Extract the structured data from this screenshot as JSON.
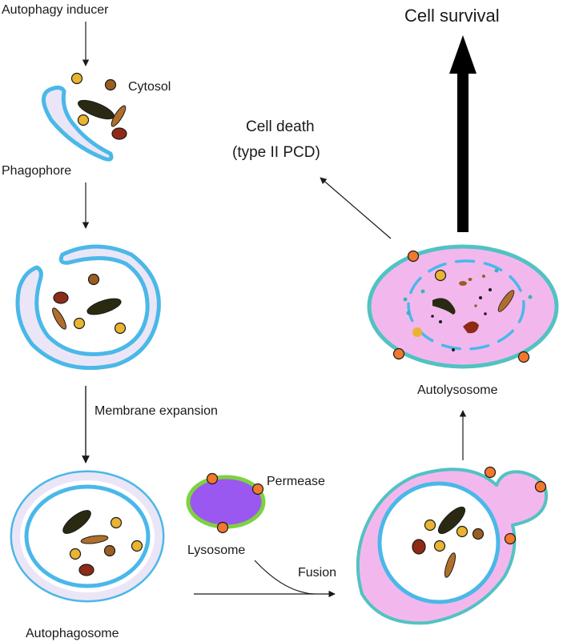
{
  "labels": {
    "autophagy_inducer": "Autophagy inducer",
    "cytosol": "Cytosol",
    "phagophore": "Phagophore",
    "membrane_expansion": "Membrane expansion",
    "autophagosome": "Autophagosome",
    "permease": "Permease",
    "lysosome": "Lysosome",
    "fusion": "Fusion",
    "autolysosome": "Autolysosome",
    "cell_death_line1": "Cell death",
    "cell_death_line2": "(type II PCD)",
    "cell_survival": "Cell survival"
  },
  "colors": {
    "membrane_blue": "#4ab8e8",
    "lumen_lavender": "#ebe6f7",
    "autolysosome_pink": "#f2b8ee",
    "autolysosome_rim": "#52c2c2",
    "lysosome_purple": "#9a58f0",
    "lysosome_rim": "#7ed23f",
    "permease_orange": "#f2782e",
    "cargo_yellow": "#e8b431",
    "cargo_brown": "#9a5e22",
    "cargo_dark": "#2a2a12",
    "cargo_red": "#8f2a16",
    "cargo_tan": "#b06e2c"
  }
}
